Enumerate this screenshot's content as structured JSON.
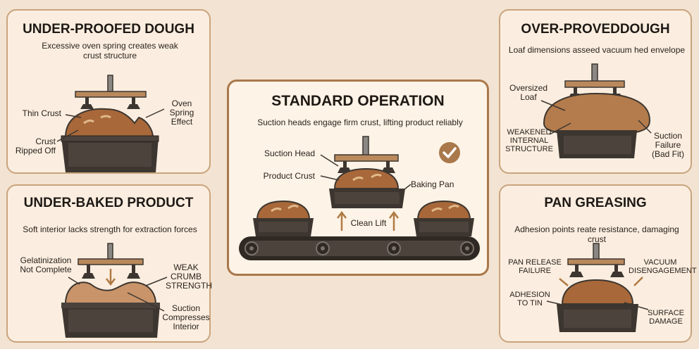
{
  "colors": {
    "background": "#f3e3d2",
    "panel": "#fbeee0",
    "panel_border": "#c9a47e",
    "pan": "#3d3630",
    "bread": "#a8683a",
    "arrow": "#b07a42",
    "check": "#a9784b"
  },
  "panels": {
    "under_proofed": {
      "title": "UNDER-PROOFED DOUGH",
      "subtitle": "Excessive oven spring creates weak\ncrust structure",
      "labels": {
        "thin_crust": "Thin Crust",
        "crust_ripped": "Crust\nRipped Off",
        "oven_spring": "Oven\nSpring\nEffect"
      }
    },
    "under_baked": {
      "title": "UNDER-BAKED PRODUCT",
      "subtitle": "Soft interior lacks strength for extraction forces",
      "labels": {
        "gelatinization": "Gelatinization\nNot Complete",
        "weak_crumb": "WEAK\nCRUMB\nSTRENGTH",
        "suction_compresses": "Suction\nCompresses\nInterior"
      }
    },
    "standard": {
      "title": "STANDARD OPERATION",
      "subtitle": "Suction heads engage firm crust, lifting product reliably",
      "labels": {
        "suction_head": "Suction Head",
        "product_crust": "Product Crust",
        "baking_pan": "Baking Pan",
        "clean_lift": "Clean Lift"
      },
      "icons": [
        "checkmark-icon"
      ]
    },
    "over_proved": {
      "title": "OVER-PROVEDDOUGH",
      "subtitle": "Loaf dimensions asseed vacuum hed envelope",
      "labels": {
        "oversized": "Oversized\nLoaf",
        "weakened": "WEAKENED\nINTERNAL\nSTRUCTURE",
        "suction_failure": "Suction\nFailure\n(Bad Fit)"
      }
    },
    "pan_greasing": {
      "title": "PAN GREASING",
      "subtitle": "Adhesion points reate resistance, damaging crust",
      "labels": {
        "pan_release": "PAN RELEASE\nFAILURE",
        "vacuum": "VACUUM\nDISENGAGEMENT",
        "adhesion": "ADHESION\nTO TIN",
        "surface_damage": "SURFACE\nDAMAGE"
      }
    }
  }
}
